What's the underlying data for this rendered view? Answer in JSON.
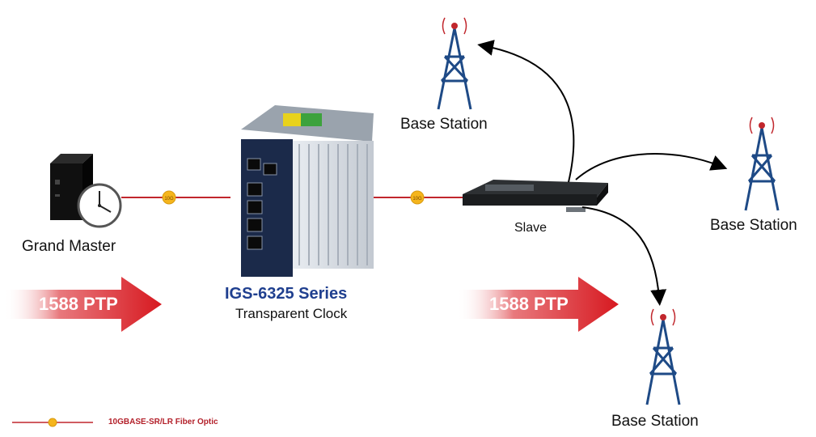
{
  "nodes": {
    "grand_master": "Grand Master",
    "switch_series": "IGS-6325 Series",
    "switch_role": "Transparent Clock",
    "slave": "Slave",
    "base_station_top": "Base Station",
    "base_station_right": "Base Station",
    "base_station_bottom": "Base Station"
  },
  "protocol_arrows": [
    "1588 PTP",
    "1588 PTP"
  ],
  "link_badge": "10G",
  "legend": {
    "label": "10GBASE-SR/LR Fiber Optic"
  },
  "colors": {
    "fiber_line": "#c1272d",
    "badge_fill": "#f5b51c",
    "arrow_red": "#d71920",
    "tower_blue": "#1e4a86",
    "series_blue": "#1f3f8f",
    "device_navy": "#1b2a4a"
  },
  "icons": [
    "server-icon",
    "clock-icon",
    "industrial-switch-icon",
    "rack-switch-icon",
    "tower-icon"
  ]
}
